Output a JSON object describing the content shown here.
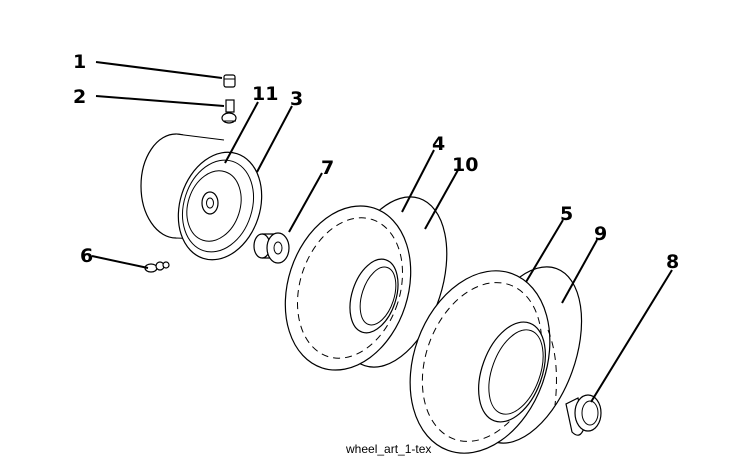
{
  "diagram": {
    "caption": "wheel_art_1-tex",
    "callouts": {
      "c1": "1",
      "c2": "2",
      "c3": "3",
      "c4": "4",
      "c5": "5",
      "c6": "6",
      "c7": "7",
      "c8": "8",
      "c9": "9",
      "c10": "10",
      "c11": "11"
    }
  }
}
